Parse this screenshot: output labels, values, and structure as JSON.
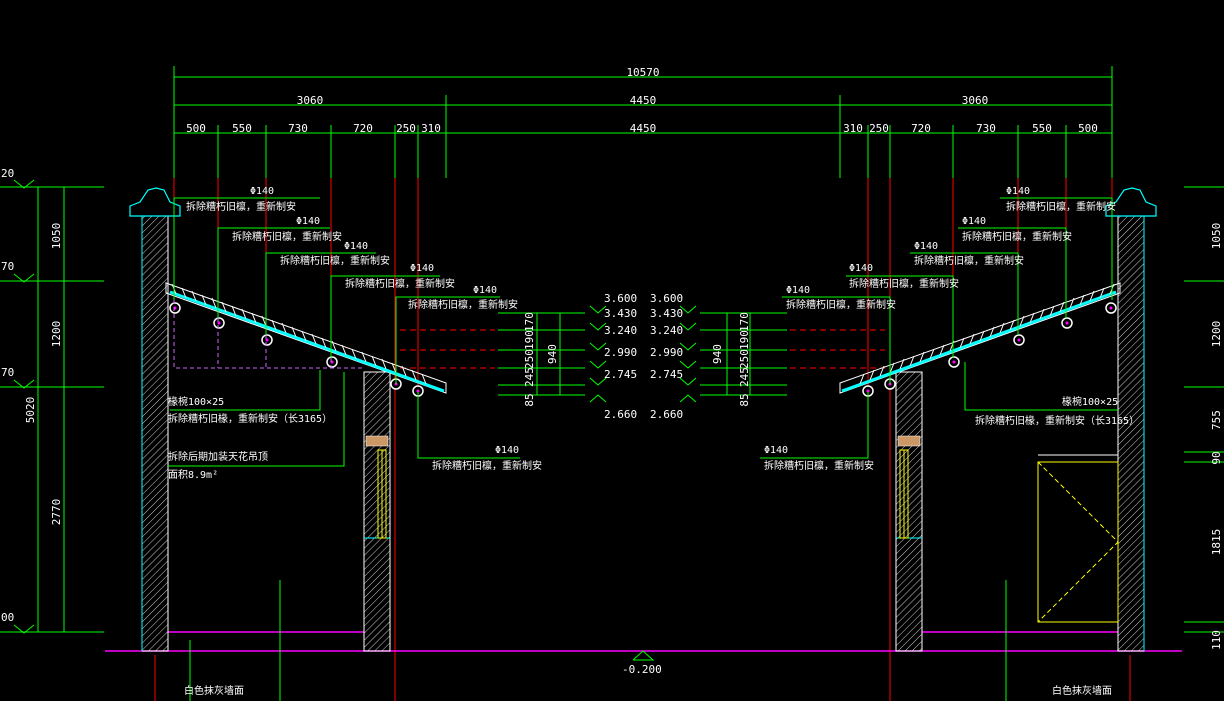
{
  "dims": {
    "total": "10570",
    "left_bay": "3060",
    "center_bay_top": "4450",
    "right_bay": "3060",
    "left_segments": [
      "500",
      "550",
      "730",
      "720",
      "250",
      "310"
    ],
    "center_bay": "4450",
    "right_segments": [
      "310",
      "250",
      "720",
      "730",
      "550",
      "500"
    ]
  },
  "left_vertical": {
    "marks": [
      "20",
      "70",
      "70",
      "00"
    ],
    "segments": [
      "1050",
      "1200",
      "2770"
    ],
    "total": "5020"
  },
  "right_vertical": {
    "segments": [
      "1050",
      "1200",
      "755",
      "90",
      "1815",
      "110"
    ]
  },
  "notes": {
    "phi": "Φ140",
    "purlin_replace": "拆除糟朽旧檩，重新制安",
    "rafter_size": "椽椀100×25",
    "rafter_replace": "拆除糟朽旧椽，重新制安（长3165）",
    "ceiling_note": "拆除后期加装天花吊顶",
    "ceiling_area": "面积8.9m²",
    "wall_finish": "白色抹灰墙面"
  },
  "elevations": [
    "3.600",
    "3.430",
    "3.240",
    "2.990",
    "2.745",
    "2.660"
  ],
  "ground_elev": "-0.200",
  "mid_dims": {
    "stack": [
      "170",
      "190",
      "250",
      "245",
      "85"
    ],
    "total": "940"
  },
  "colors": {
    "background": "#000000",
    "dimension": "#00ff00",
    "axis": "#ff0000",
    "wall": "#ffffff",
    "ground": "#ff00ff",
    "roof": "#00ffff",
    "window": "#ffff00",
    "ceiling": "#cc66ff"
  }
}
